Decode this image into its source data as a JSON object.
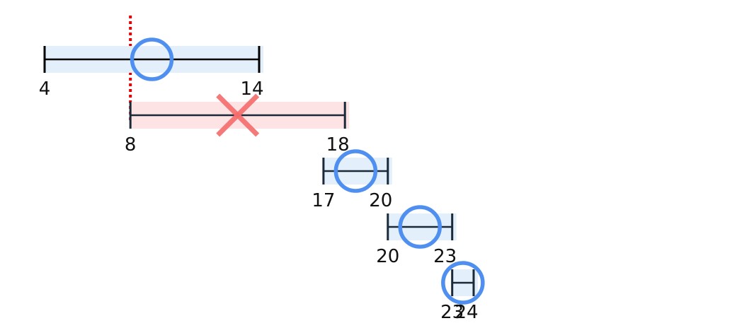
{
  "colors": {
    "selected_band": "#e3f0fb",
    "rejected_band": "#fde3e3",
    "segment_line": "#1a2a3a",
    "first_segment_line": "#000000",
    "circle_marker": "#4f8ff0",
    "cross_marker": "#f46a6a",
    "divider_line": "#dd0000"
  },
  "intervals": [
    {
      "start": 4,
      "end": 14,
      "start_label": "4",
      "end_label": "14",
      "status": "selected",
      "marker": "circle"
    },
    {
      "start": 8,
      "end": 18,
      "start_label": "8",
      "end_label": "18",
      "status": "rejected",
      "marker": "cross"
    },
    {
      "start": 17,
      "end": 20,
      "start_label": "17",
      "end_label": "20",
      "status": "selected",
      "marker": "circle"
    },
    {
      "start": 20,
      "end": 23,
      "start_label": "20",
      "end_label": "23",
      "status": "selected",
      "marker": "circle"
    },
    {
      "start": 23,
      "end": 24,
      "start_label": "23",
      "end_label": "24",
      "status": "selected",
      "marker": "circle"
    }
  ],
  "divider_at": 8
}
